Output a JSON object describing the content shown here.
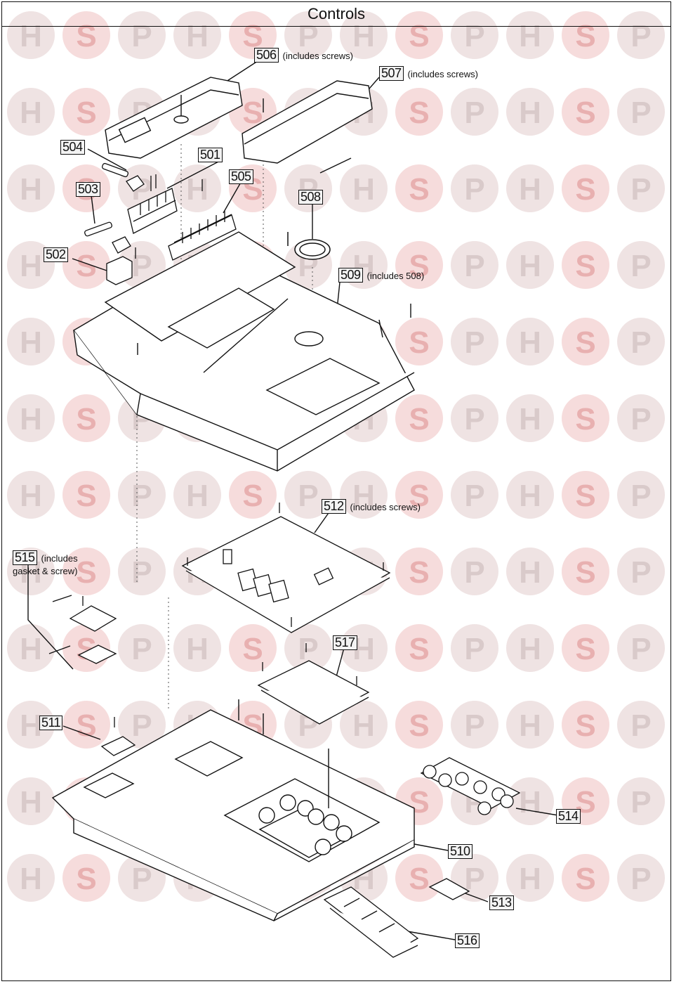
{
  "title": "Controls",
  "watermark": {
    "letters": [
      "H",
      "S",
      "P"
    ],
    "colors": {
      "circle": "#efe3e3",
      "circle_s": "#f6dcdc",
      "letter": "#d9caca",
      "letter_s": "#e8b0b0"
    }
  },
  "parts": {
    "p501": {
      "number": "501",
      "note": ""
    },
    "p502": {
      "number": "502",
      "note": ""
    },
    "p503": {
      "number": "503",
      "note": ""
    },
    "p504": {
      "number": "504",
      "note": ""
    },
    "p505": {
      "number": "505",
      "note": ""
    },
    "p506": {
      "number": "506",
      "note": "(includes screws)"
    },
    "p507": {
      "number": "507",
      "note": "(includes screws)"
    },
    "p508": {
      "number": "508",
      "note": ""
    },
    "p509": {
      "number": "509",
      "note": "(includes 508)"
    },
    "p510": {
      "number": "510",
      "note": ""
    },
    "p511": {
      "number": "511",
      "note": ""
    },
    "p512": {
      "number": "512",
      "note": "(includes screws)"
    },
    "p513": {
      "number": "513",
      "note": ""
    },
    "p514": {
      "number": "514",
      "note": ""
    },
    "p515": {
      "number": "515",
      "note_line1": "(includes",
      "note_line2": "gasket & screw)"
    },
    "p516": {
      "number": "516",
      "note": ""
    },
    "p517": {
      "number": "517",
      "note": ""
    }
  }
}
